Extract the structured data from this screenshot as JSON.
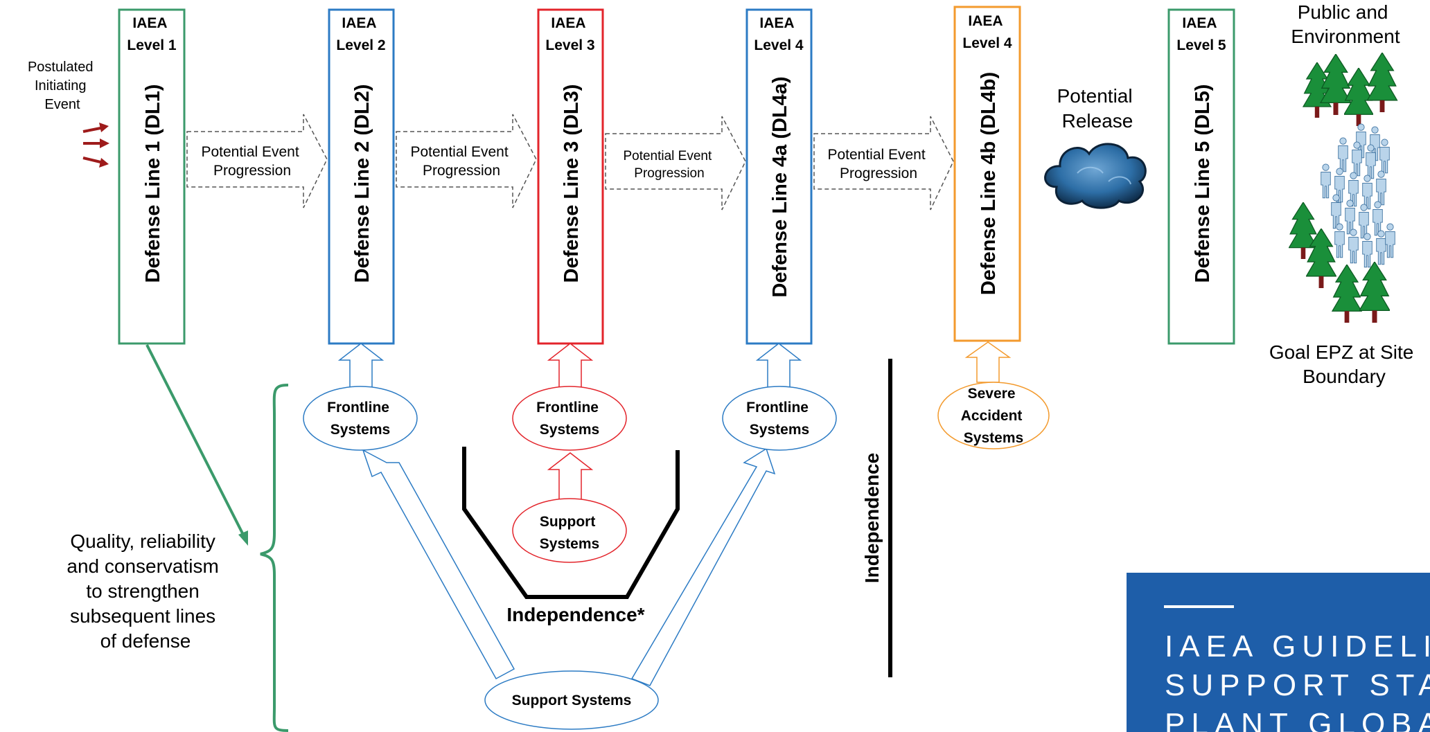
{
  "colors": {
    "green": "#3b9a6b",
    "blue": "#2c7bc4",
    "red": "#e3242b",
    "orange": "#f39a2d",
    "dark_red": "#9e1b1b",
    "banner": "#1e5ea9",
    "black": "#000000",
    "gray": "#555555"
  },
  "left_label": {
    "lines": [
      "Postulated",
      "Initiating",
      "Event"
    ]
  },
  "defense_lines": [
    {
      "level_lines": [
        "IAEA",
        "Level 1"
      ],
      "label": "Defense Line 1 (DL1)",
      "color": "#3b9a6b"
    },
    {
      "level_lines": [
        "IAEA",
        "Level 2"
      ],
      "label": "Defense Line 2 (DL2)",
      "color": "#2c7bc4"
    },
    {
      "level_lines": [
        "IAEA",
        "Level 3"
      ],
      "label": "Defense Line 3 (DL3)",
      "color": "#e3242b"
    },
    {
      "level_lines": [
        "IAEA",
        "Level 4"
      ],
      "label": "Defense Line 4a (DL4a)",
      "color": "#2c7bc4"
    },
    {
      "level_lines": [
        "IAEA",
        "Level 4"
      ],
      "label": "Defense Line 4b (DL4b)",
      "color": "#f39a2d"
    },
    {
      "level_lines": [
        "IAEA",
        "Level 5"
      ],
      "label": "Defense Line 5 (DL5)",
      "color": "#3b9a6b"
    }
  ],
  "progression_arrows": [
    {
      "lines": [
        "Potential Event",
        "Progression"
      ]
    },
    {
      "lines": [
        "Potential Event",
        "Progression"
      ]
    },
    {
      "lines": [
        "Potential Event",
        "Progression"
      ]
    },
    {
      "lines": [
        "Potential Event",
        "Progression"
      ]
    }
  ],
  "potential_release": {
    "lines": [
      "Potential",
      "Release"
    ]
  },
  "public_environment": {
    "lines": [
      "Public and",
      "Environment"
    ]
  },
  "goal_epz": {
    "lines": [
      "Goal EPZ at Site",
      "Boundary"
    ]
  },
  "frontline_systems": [
    {
      "lines": [
        "Frontline",
        "Systems"
      ],
      "color": "#2c7bc4"
    },
    {
      "lines": [
        "Frontline",
        "Systems"
      ],
      "color": "#e3242b"
    },
    {
      "lines": [
        "Frontline",
        "Systems"
      ],
      "color": "#2c7bc4"
    }
  ],
  "severe_accident": {
    "lines": [
      "Severe",
      "Accident",
      "Systems"
    ]
  },
  "support_dl3": {
    "lines": [
      "Support",
      "Systems"
    ]
  },
  "support_systems_bottom": {
    "label": "Support Systems"
  },
  "independence_star": {
    "label": "Independence*"
  },
  "independence_vertical": {
    "label": "Independence"
  },
  "quality_note": {
    "lines": [
      "Quality, reliability",
      "and conservatism",
      "to strengthen",
      "subsequent lines",
      "of defense"
    ]
  },
  "banner": {
    "lines": [
      "IAEA GUIDELIN",
      "SUPPORT STAN",
      "PLANT GLOBAL"
    ]
  }
}
